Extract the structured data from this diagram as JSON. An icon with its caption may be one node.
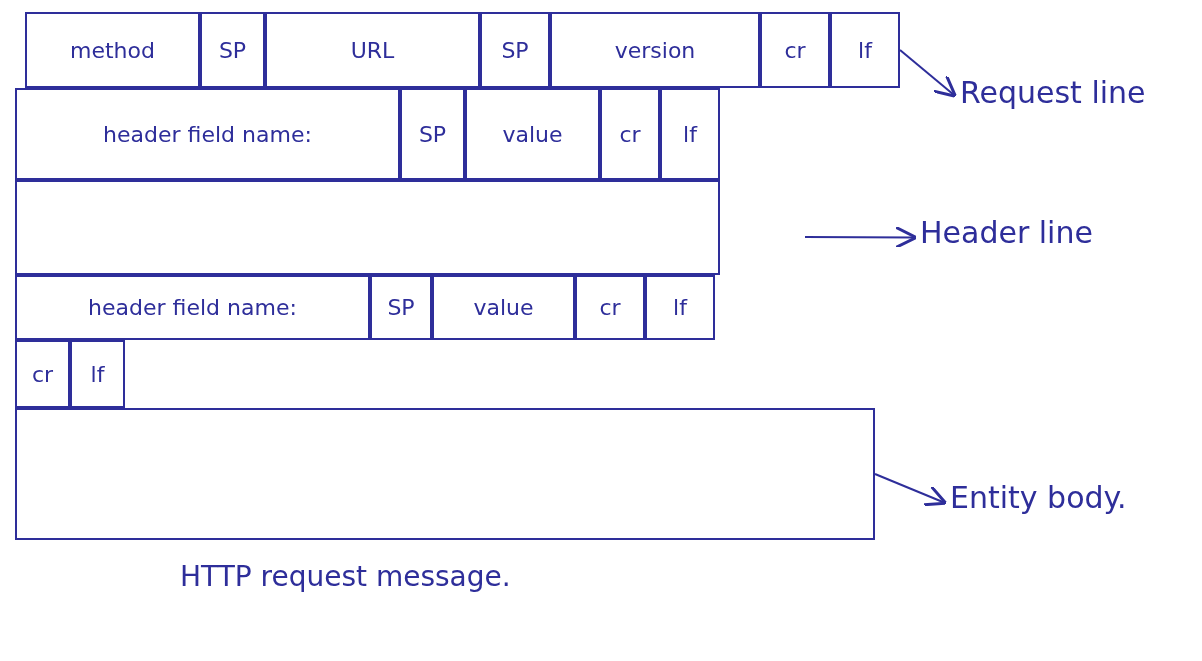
{
  "diagram": {
    "caption": "HTTP request message.",
    "nodes": [
      {
        "text": [
          "method"
        ]
      },
      {
        "text": [
          "SP"
        ]
      },
      {
        "text": [
          "URL"
        ]
      },
      {
        "text": [
          "SP"
        ]
      },
      {
        "text": [
          "version"
        ]
      },
      {
        "text": [
          "cr"
        ]
      },
      {
        "text": [
          "lf"
        ]
      },
      {
        "text": [
          "header field name:"
        ]
      },
      {
        "text": [
          "SP"
        ]
      },
      {
        "text": [
          "value"
        ]
      },
      {
        "text": [
          "cr"
        ]
      },
      {
        "text": [
          "lf"
        ]
      },
      {
        "text": [],
        "shape": "box"
      },
      {
        "text": [
          "header field name:"
        ]
      },
      {
        "text": [
          "SP"
        ]
      },
      {
        "text": [
          "value"
        ]
      },
      {
        "text": [
          "cr"
        ]
      },
      {
        "text": [
          "lf"
        ]
      },
      {
        "text": [
          "cr"
        ]
      },
      {
        "text": [
          "lf"
        ]
      },
      {
        "text": [],
        "shape": "box"
      },
      {
        "text": [
          "Request line"
        ]
      },
      {
        "text": [
          "Header line"
        ]
      },
      {
        "text": [
          "Entity body."
        ]
      }
    ],
    "edges": [
      {
        "from": 6,
        "to": 21,
        "arrow": "to"
      },
      {
        "from": null,
        "to": 22,
        "arrow": "to"
      },
      {
        "from": 20,
        "to": 23,
        "arrow": "to"
      }
    ]
  }
}
